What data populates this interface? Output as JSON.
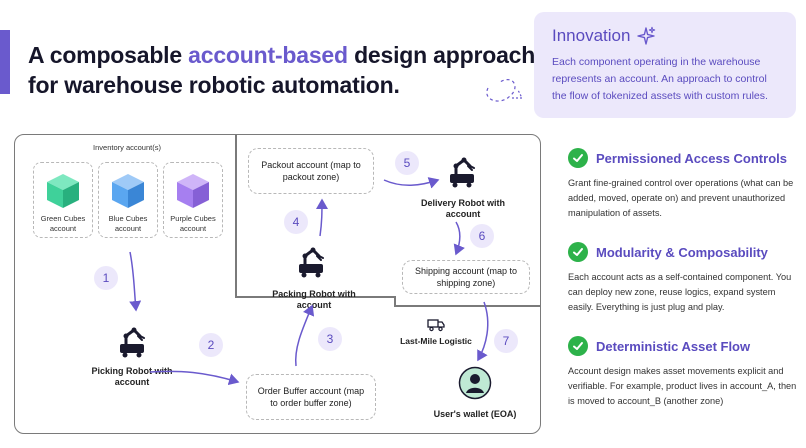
{
  "title": {
    "prefix": "A composable ",
    "highlight": "account-based",
    "suffix": " design approach",
    "line2": "for warehouse robotic automation."
  },
  "innovation": {
    "heading": "Innovation",
    "body": "Each component operating in the warehouse represents an account. An approach to control the flow of tokenized assets with custom rules."
  },
  "diagram": {
    "inventory_label": "Inventory account(s)",
    "cubes": [
      {
        "label": "Green Cubes account",
        "color": "#3fd19a"
      },
      {
        "label": "Blue Cubes account",
        "color": "#5aa6f0"
      },
      {
        "label": "Purple Cubes account",
        "color": "#a67ff0"
      }
    ],
    "picking_robot": "Picking Robot with account",
    "order_buffer": "Order Buffer account (map to order buffer zone)",
    "packing_robot": "Packing Robot with account",
    "packout": "Packout account (map to packout zone)",
    "delivery_robot": "Delivery Robot with account",
    "shipping": "Shipping account (map to shipping zone)",
    "last_mile": "Last-Mile Logistic",
    "wallet": "User's wallet (EOA)",
    "steps": [
      "1",
      "2",
      "3",
      "4",
      "5",
      "6",
      "7"
    ]
  },
  "features": [
    {
      "heading": "Permissioned Access Controls",
      "body": "Grant fine-grained control over operations (what can be added, moved, operate on) and prevent unauthorized manipulation of assets."
    },
    {
      "heading": "Modularity & Composability",
      "body": "Each account acts as a self-contained component. You can deploy new zone, reuse logics, expand system easily. Everything is just plug and play."
    },
    {
      "heading": "Deterministic Asset Flow",
      "body": "Account design makes asset movements explicit and verifiable. For example, product lives in account_A, then is moved to account_B (another zone)"
    }
  ],
  "colors": {
    "accent": "#6a5acd",
    "check": "#2db24a",
    "innovation_bg": "#ece8fb"
  }
}
